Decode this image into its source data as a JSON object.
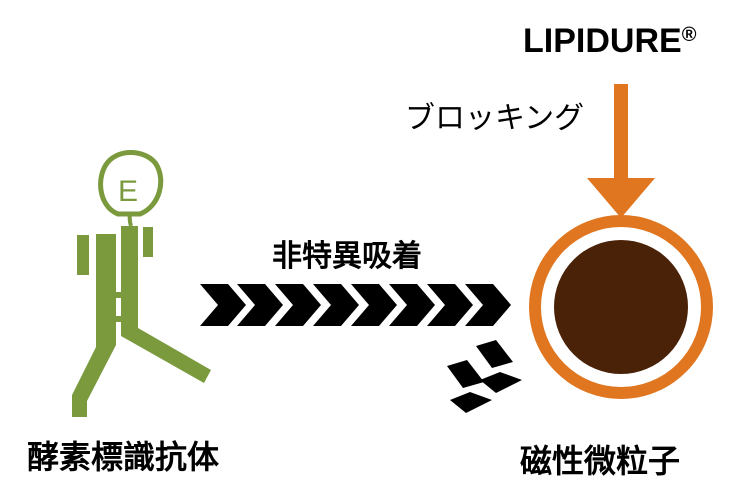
{
  "brand": {
    "name": "LIPIDURE",
    "mark": "®"
  },
  "labels": {
    "blocking": "ブロッキング",
    "nonspecific_adsorption": "非特異吸着",
    "enzyme_labeled_antibody": "酵素標識抗体",
    "magnetic_particle": "磁性微粒子"
  },
  "enzyme": {
    "letter": "E"
  },
  "colors": {
    "antibody_green": "#7a9a3d",
    "blocking_orange": "#e0761f",
    "particle_brown": "#4a2208",
    "arrow_black": "#000000"
  }
}
